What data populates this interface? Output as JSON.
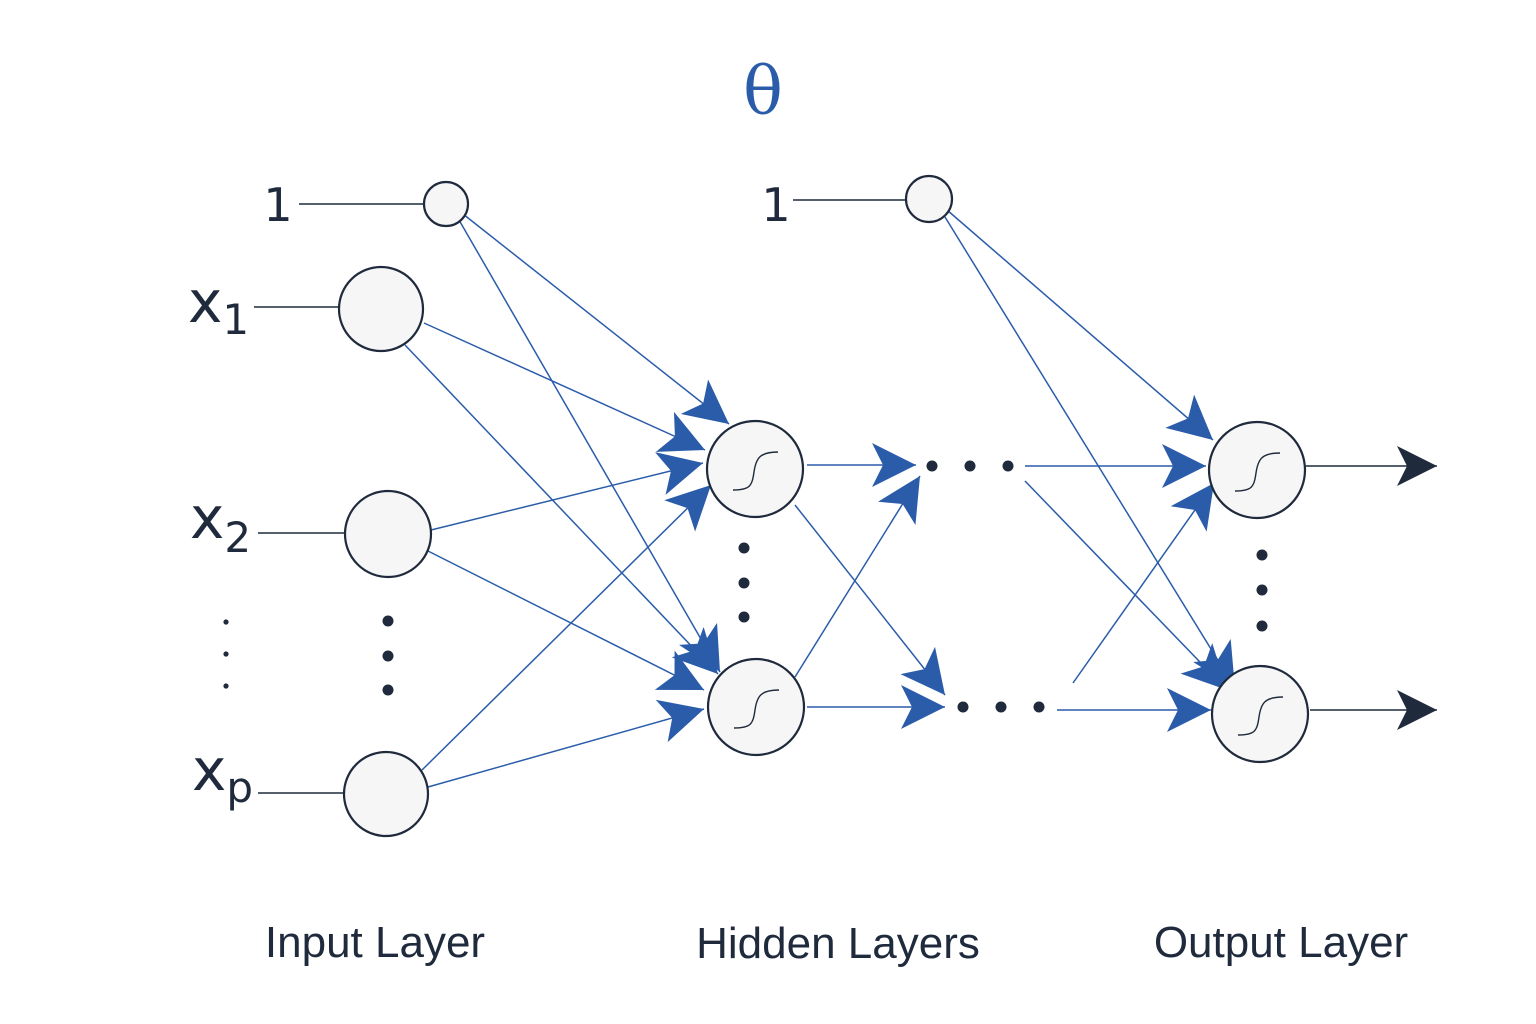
{
  "parameter_symbol": "θ",
  "bias_label": "1",
  "inputs": [
    {
      "base": "x",
      "sub": "1"
    },
    {
      "base": "x",
      "sub": "2"
    },
    {
      "base": "x",
      "sub": "p"
    }
  ],
  "captions": {
    "input_layer": "Input Layer",
    "hidden_layers": "Hidden Layers",
    "output_layer": "Output Layer"
  },
  "colors": {
    "edge": "#2a5caa",
    "node_stroke": "#1f2a3c",
    "node_fill": "#f6f6f6",
    "text": "#1f2a3c",
    "theta": "#2a5caa"
  }
}
